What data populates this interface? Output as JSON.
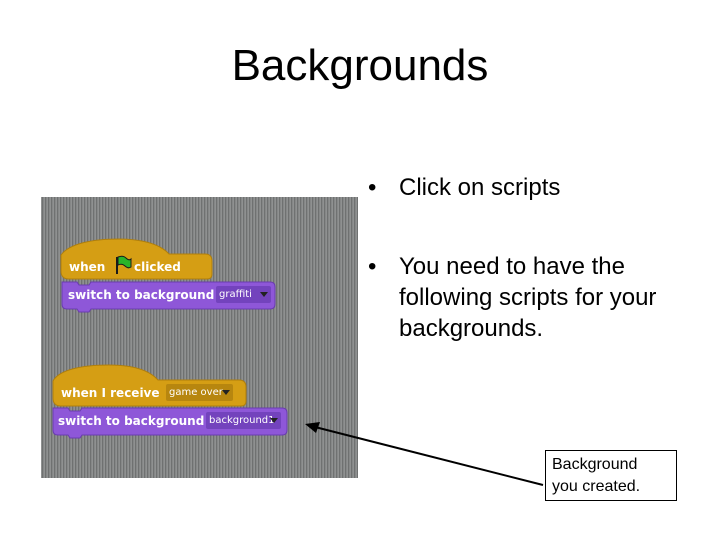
{
  "slide": {
    "title": "Backgrounds",
    "bullets": [
      {
        "text": "Click on scripts"
      },
      {
        "text": "You need to have the following scripts for your backgrounds."
      }
    ],
    "bullet_symbol": "•",
    "callout": {
      "line1": "Background",
      "line2": "you created."
    }
  },
  "scripts": {
    "script1": {
      "hat": {
        "word1": "when",
        "icon": "green-flag-icon",
        "word2": "clicked",
        "color": "#d19c19"
      },
      "command": {
        "label": "switch to background",
        "dropdown_value": "graffiti",
        "color": "#8a55d7"
      }
    },
    "script2": {
      "hat": {
        "label": "when I receive",
        "dropdown_value": "game over",
        "color": "#d19c19"
      },
      "command": {
        "label": "switch to background",
        "dropdown_value": "background1",
        "color": "#8a55d7"
      }
    }
  }
}
